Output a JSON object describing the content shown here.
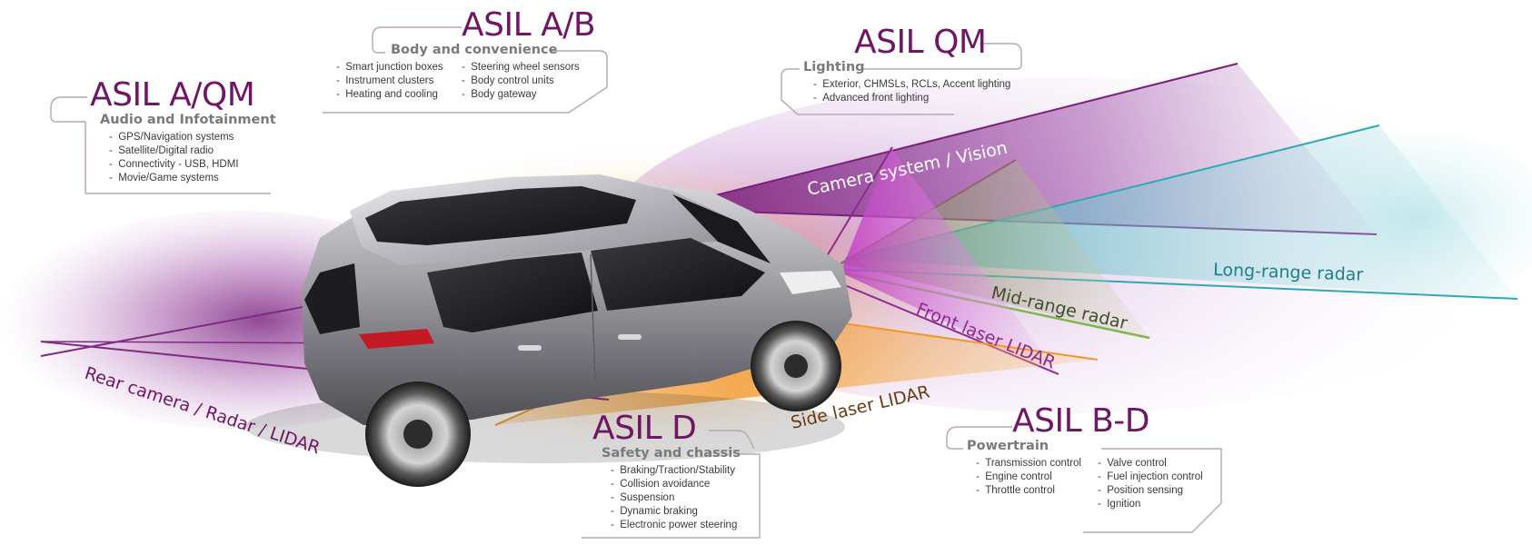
{
  "colors": {
    "asil": "#6f1664",
    "category": "#7a7a7a",
    "item_text": "#3a3a3a",
    "frame_line": "#b9a6b4",
    "camera_beam": "#8e2a8e",
    "long_range_radar": "#2fa8b5",
    "mid_range_radar": "#7db84a",
    "front_lidar": "#b32bb3",
    "side_lidar": "#f0962a",
    "rear_sensors": "#7e2a82",
    "car_body": "#8f8f93"
  },
  "groups": {
    "audio": {
      "asil": "ASIL A/QM",
      "category": "Audio and Infotainment",
      "col1": [
        "GPS/Navigation systems",
        "Satellite/Digital radio",
        "Connectivity - USB, HDMI",
        "Movie/Game systems"
      ]
    },
    "body": {
      "asil": "ASIL A/B",
      "category": "Body and convenience",
      "col1": [
        "Smart junction boxes",
        "Instrument clusters",
        "Heating and cooling"
      ],
      "col2": [
        "Steering wheel sensors",
        "Body control units",
        "Body gateway"
      ]
    },
    "lighting": {
      "asil": "ASIL QM",
      "category": "Lighting",
      "col1": [
        "Exterior, CHMSLs, RCLs, Accent lighting",
        "Advanced front lighting"
      ]
    },
    "safety": {
      "asil": "ASIL D",
      "category": "Safety and chassis",
      "col1": [
        "Braking/Traction/Stability",
        "Collision avoidance",
        "Suspension",
        "Dynamic braking",
        "Electronic power steering"
      ]
    },
    "powertrain": {
      "asil": "ASIL B-D",
      "category": "Powertrain",
      "col1": [
        "Transmission control",
        "Engine control",
        "Throttle control"
      ],
      "col2": [
        "Valve control",
        "Fuel injection control",
        "Position sensing",
        "Ignition"
      ]
    }
  },
  "sensors": {
    "camera": "Camera system / Vision",
    "long_range_radar": "Long-range radar",
    "mid_range_radar": "Mid-range radar",
    "front_lidar": "Front laser LIDAR",
    "side_lidar": "Side laser LIDAR",
    "rear": "Rear camera / Radar / LIDAR"
  }
}
